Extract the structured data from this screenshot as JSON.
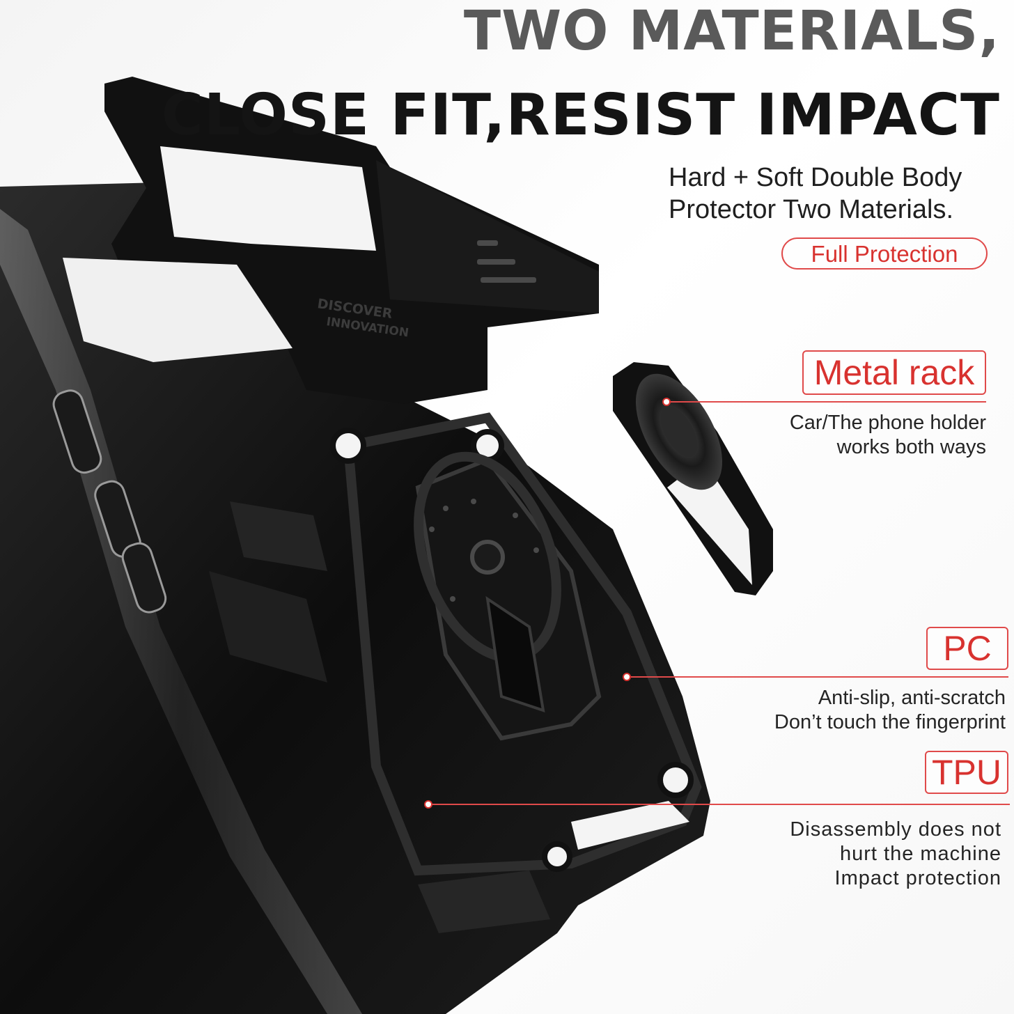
{
  "headline": {
    "line1": "TWO MATERIALS,",
    "line2": "CLOSE FIT,RESIST IMPACT"
  },
  "intro": {
    "line1": "Hard + Soft Double Body",
    "line2": "Protector Two Materials."
  },
  "badge": {
    "label": "Full Protection"
  },
  "features": {
    "metal_rack": {
      "title": "Metal rack",
      "line1": "Car/The phone holder",
      "line2": "works both ways"
    },
    "pc": {
      "title": "PC",
      "line1": "Anti-slip, anti-scratch",
      "line2": "Don’t touch the fingerprint"
    },
    "tpu": {
      "title": "TPU",
      "line1": "Disassembly does not",
      "line2": "hurt the machine",
      "line3": "Impact protection"
    }
  },
  "product": {
    "embossed_line1": "DISCOVER",
    "embossed_line2": "INNOVATION"
  },
  "colors": {
    "accent": "#d8322f",
    "case": "#111111",
    "headline_gray": "#5a5a5a"
  }
}
